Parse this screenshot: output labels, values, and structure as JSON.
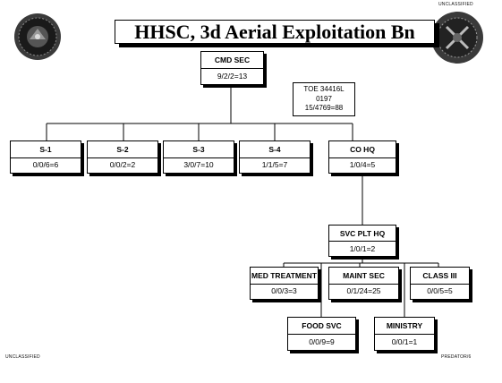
{
  "markings": {
    "top": "UNCLASSIFIED",
    "bottom_left": "UNCLASSIFIED",
    "bottom_right": "PREDATOR/6"
  },
  "title": "HHSC, 3d Aerial Exploitation Bn",
  "toe": {
    "line1": "TOE 34416L",
    "line2": "0197",
    "line3": "15/4769=88"
  },
  "units": {
    "cmd_sec": {
      "name": "CMD SEC",
      "value": "9/2/2=13"
    },
    "s1": {
      "name": "S-1",
      "value": "0/0/6=6"
    },
    "s2": {
      "name": "S-2",
      "value": "0/0/2=2"
    },
    "s3": {
      "name": "S-3",
      "value": "3/0/7=10"
    },
    "s4": {
      "name": "S-4",
      "value": "1/1/5=7"
    },
    "co_hq": {
      "name": "CO HQ",
      "value": "1/0/4=5"
    },
    "svc_plt_hq": {
      "name": "SVC PLT HQ",
      "value": "1/0/1=2"
    },
    "med_treatment": {
      "name": "MED TREATMENT",
      "value": "0/0/3=3"
    },
    "maint_sec": {
      "name": "MAINT SEC",
      "value": "0/1/24=25"
    },
    "class_iii": {
      "name": "CLASS III",
      "value": "0/0/5=5"
    },
    "food_svc": {
      "name": "FOOD SVC",
      "value": "0/0/9=9"
    },
    "ministry": {
      "name": "MINISTRY",
      "value": "0/0/1=1"
    }
  }
}
